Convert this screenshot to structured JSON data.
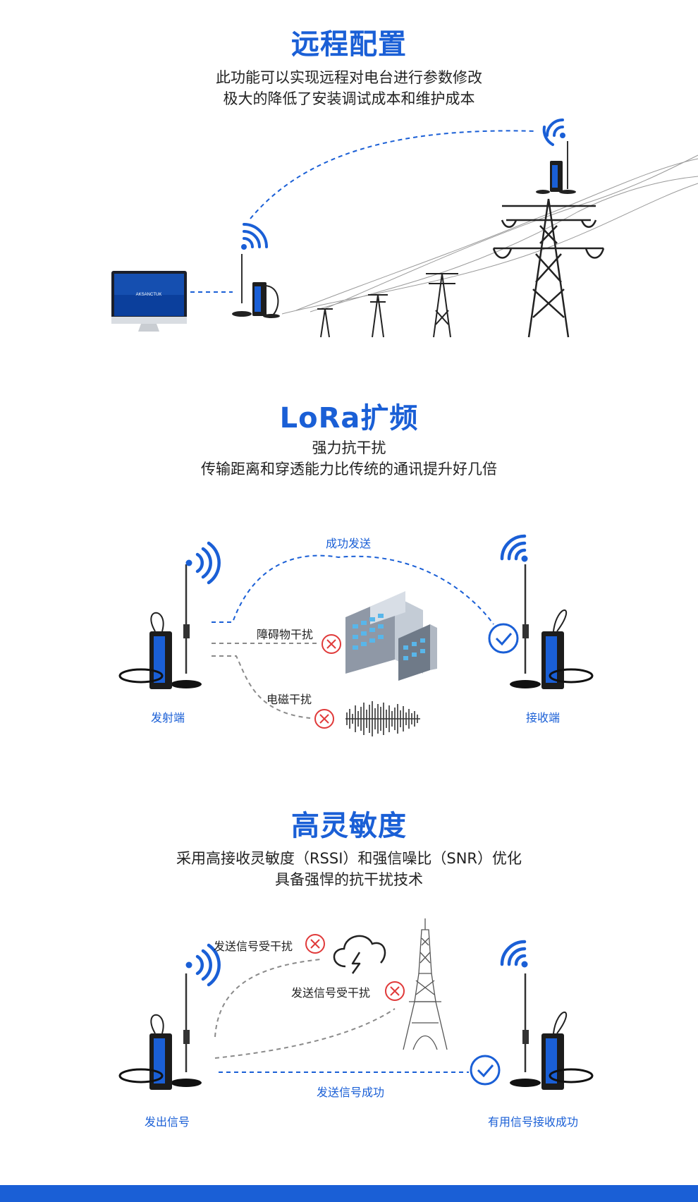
{
  "section1": {
    "title": "远程配置",
    "line1": "此功能可以实现远程对电台进行参数修改",
    "line2": "极大的降低了安装调试成本和维护成本",
    "monitor_brand": "AKSANCTUK"
  },
  "section2": {
    "title": "LoRa扩频",
    "line1": "强力抗干扰",
    "line2": "传输距离和穿透能力比传统的通讯提升好几倍",
    "success_label": "成功发送",
    "obstacle_label": "障碍物干扰",
    "em_label": "电磁干扰",
    "tx_label": "发射端",
    "rx_label": "接收端"
  },
  "section3": {
    "title": "高灵敏度",
    "line1": "采用高接收灵敏度（RSSI）和强信噪比（SNR）优化",
    "line2": "具备强悍的抗干扰技术",
    "interfere_label_1": "发送信号受干扰",
    "interfere_label_2": "发送信号受干扰",
    "success_label": "发送信号成功",
    "tx_label": "发出信号",
    "rx_label": "有用信号接收成功"
  },
  "colors": {
    "accent": "#1a5fd6",
    "error": "#e03a3a",
    "gray_line": "#8a8a8a"
  }
}
